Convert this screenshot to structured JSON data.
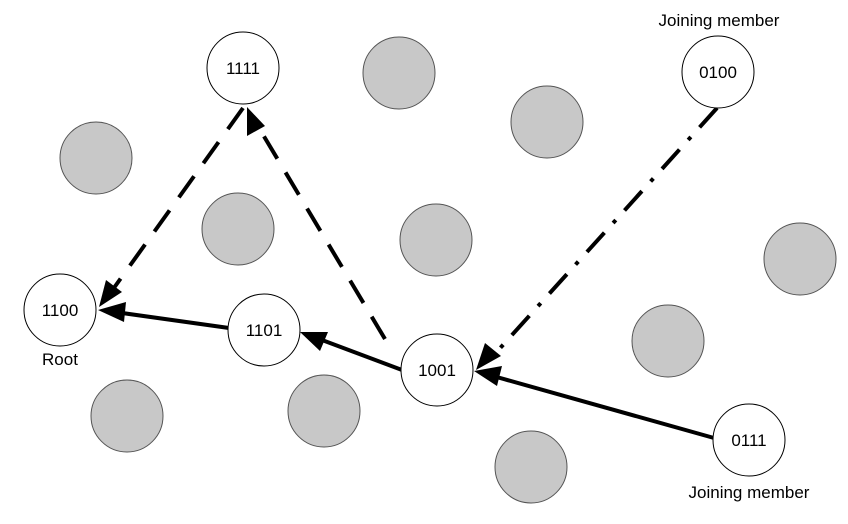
{
  "diagram": {
    "colors": {
      "background": "#ffffff",
      "node_fill": "#ffffff",
      "obstacle_fill": "#c8c8c8",
      "stroke": "#000000"
    },
    "nodes": {
      "n1111": {
        "label": "1111"
      },
      "n0100": {
        "label": "0100"
      },
      "n1100": {
        "label": "1100"
      },
      "n1101": {
        "label": "1101"
      },
      "n1001": {
        "label": "1001"
      },
      "n0111": {
        "label": "0111"
      }
    },
    "captions": {
      "root": "Root",
      "joining_member_top": "Joining member",
      "joining_member_bottom": "Joining member"
    },
    "edges": [
      {
        "from": "1101",
        "to": "1100",
        "style": "solid"
      },
      {
        "from": "1001",
        "to": "1101",
        "style": "solid"
      },
      {
        "from": "0111",
        "to": "1001",
        "style": "solid"
      },
      {
        "from": "1001",
        "to": "1111",
        "style": "dashed"
      },
      {
        "from": "1111",
        "to": "1100",
        "style": "dashed"
      },
      {
        "from": "0100",
        "to": "1001",
        "style": "dash-dot"
      }
    ]
  }
}
